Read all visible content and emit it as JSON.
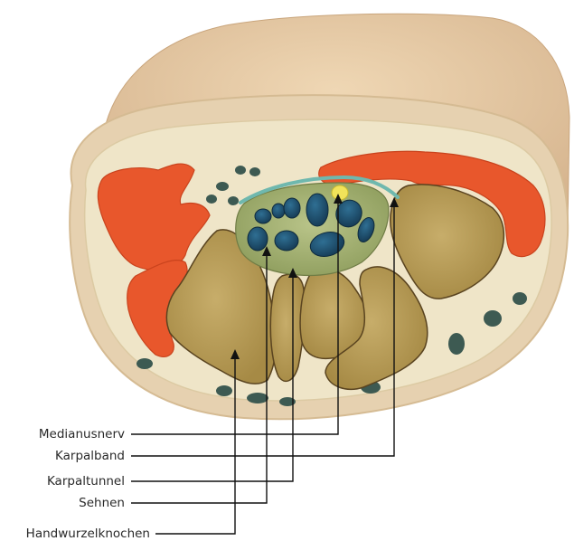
{
  "labels": {
    "medianusnerv": "Medianusnerv",
    "karpalband": "Karpalband",
    "karpaltunnel": "Karpaltunnel",
    "sehnen": "Sehnen",
    "handwurzelknochen": "Handwurzelknochen"
  },
  "colors": {
    "skin": "#e4c9a4",
    "fat": "#ede2c4",
    "bone": "#b0954f",
    "muscle": "#e8572c",
    "tendon": "#1d4d6c",
    "tunnel": "#a9b67a",
    "nerve": "#f1e35a",
    "ligament": "#6fb8ae",
    "vessel": "#3d5a52",
    "leader_line": "#111111"
  }
}
